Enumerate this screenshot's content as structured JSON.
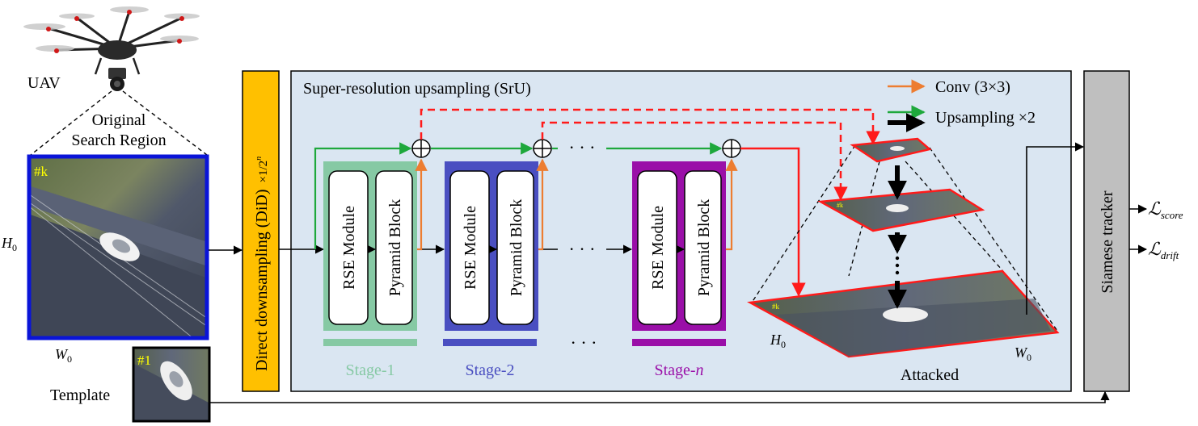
{
  "labels": {
    "uav": "UAV",
    "original_line1": "Original",
    "original_line2": "Search Region",
    "frame_k": "#k",
    "frame_1": "#1",
    "h0": "H",
    "w0": "W",
    "sub0": "0",
    "template": "Template",
    "did": "Direct downsampling (DiD)",
    "did_scale": "×1/2",
    "did_scale_exp": "n",
    "sru_title": "Super-resolution upsampling (SrU)",
    "legend_conv": "Conv (3×3)",
    "legend_upsampling": "Upsampling ×2",
    "rse_module": "RSE Module",
    "pyramid_block": "Pyramid Block",
    "stage1": "Stage-1",
    "stage2": "Stage-2",
    "stage_n_prefix": "Stage-",
    "stage_n_suffix": "n",
    "dots": "· · ·",
    "attacked": "Attacked",
    "siamese": "Siamese tracker",
    "loss_symbol": "ℒ",
    "loss_score_sub": "score",
    "loss_drift_sub": "drift"
  },
  "colors": {
    "did_fill": "#ffc000",
    "sru_fill": "#dae6f2",
    "stage1": "#86c9a4",
    "stage2": "#4a4fc1",
    "stage_n": "#9a0fa8",
    "conv_arrow": "#ed7d31",
    "up_arrow": "#1ea83c",
    "red": "#ff1a1a",
    "frame_border": "#0a14d8",
    "siamese_fill": "#bfbfbf",
    "marker": "#ffff00"
  }
}
